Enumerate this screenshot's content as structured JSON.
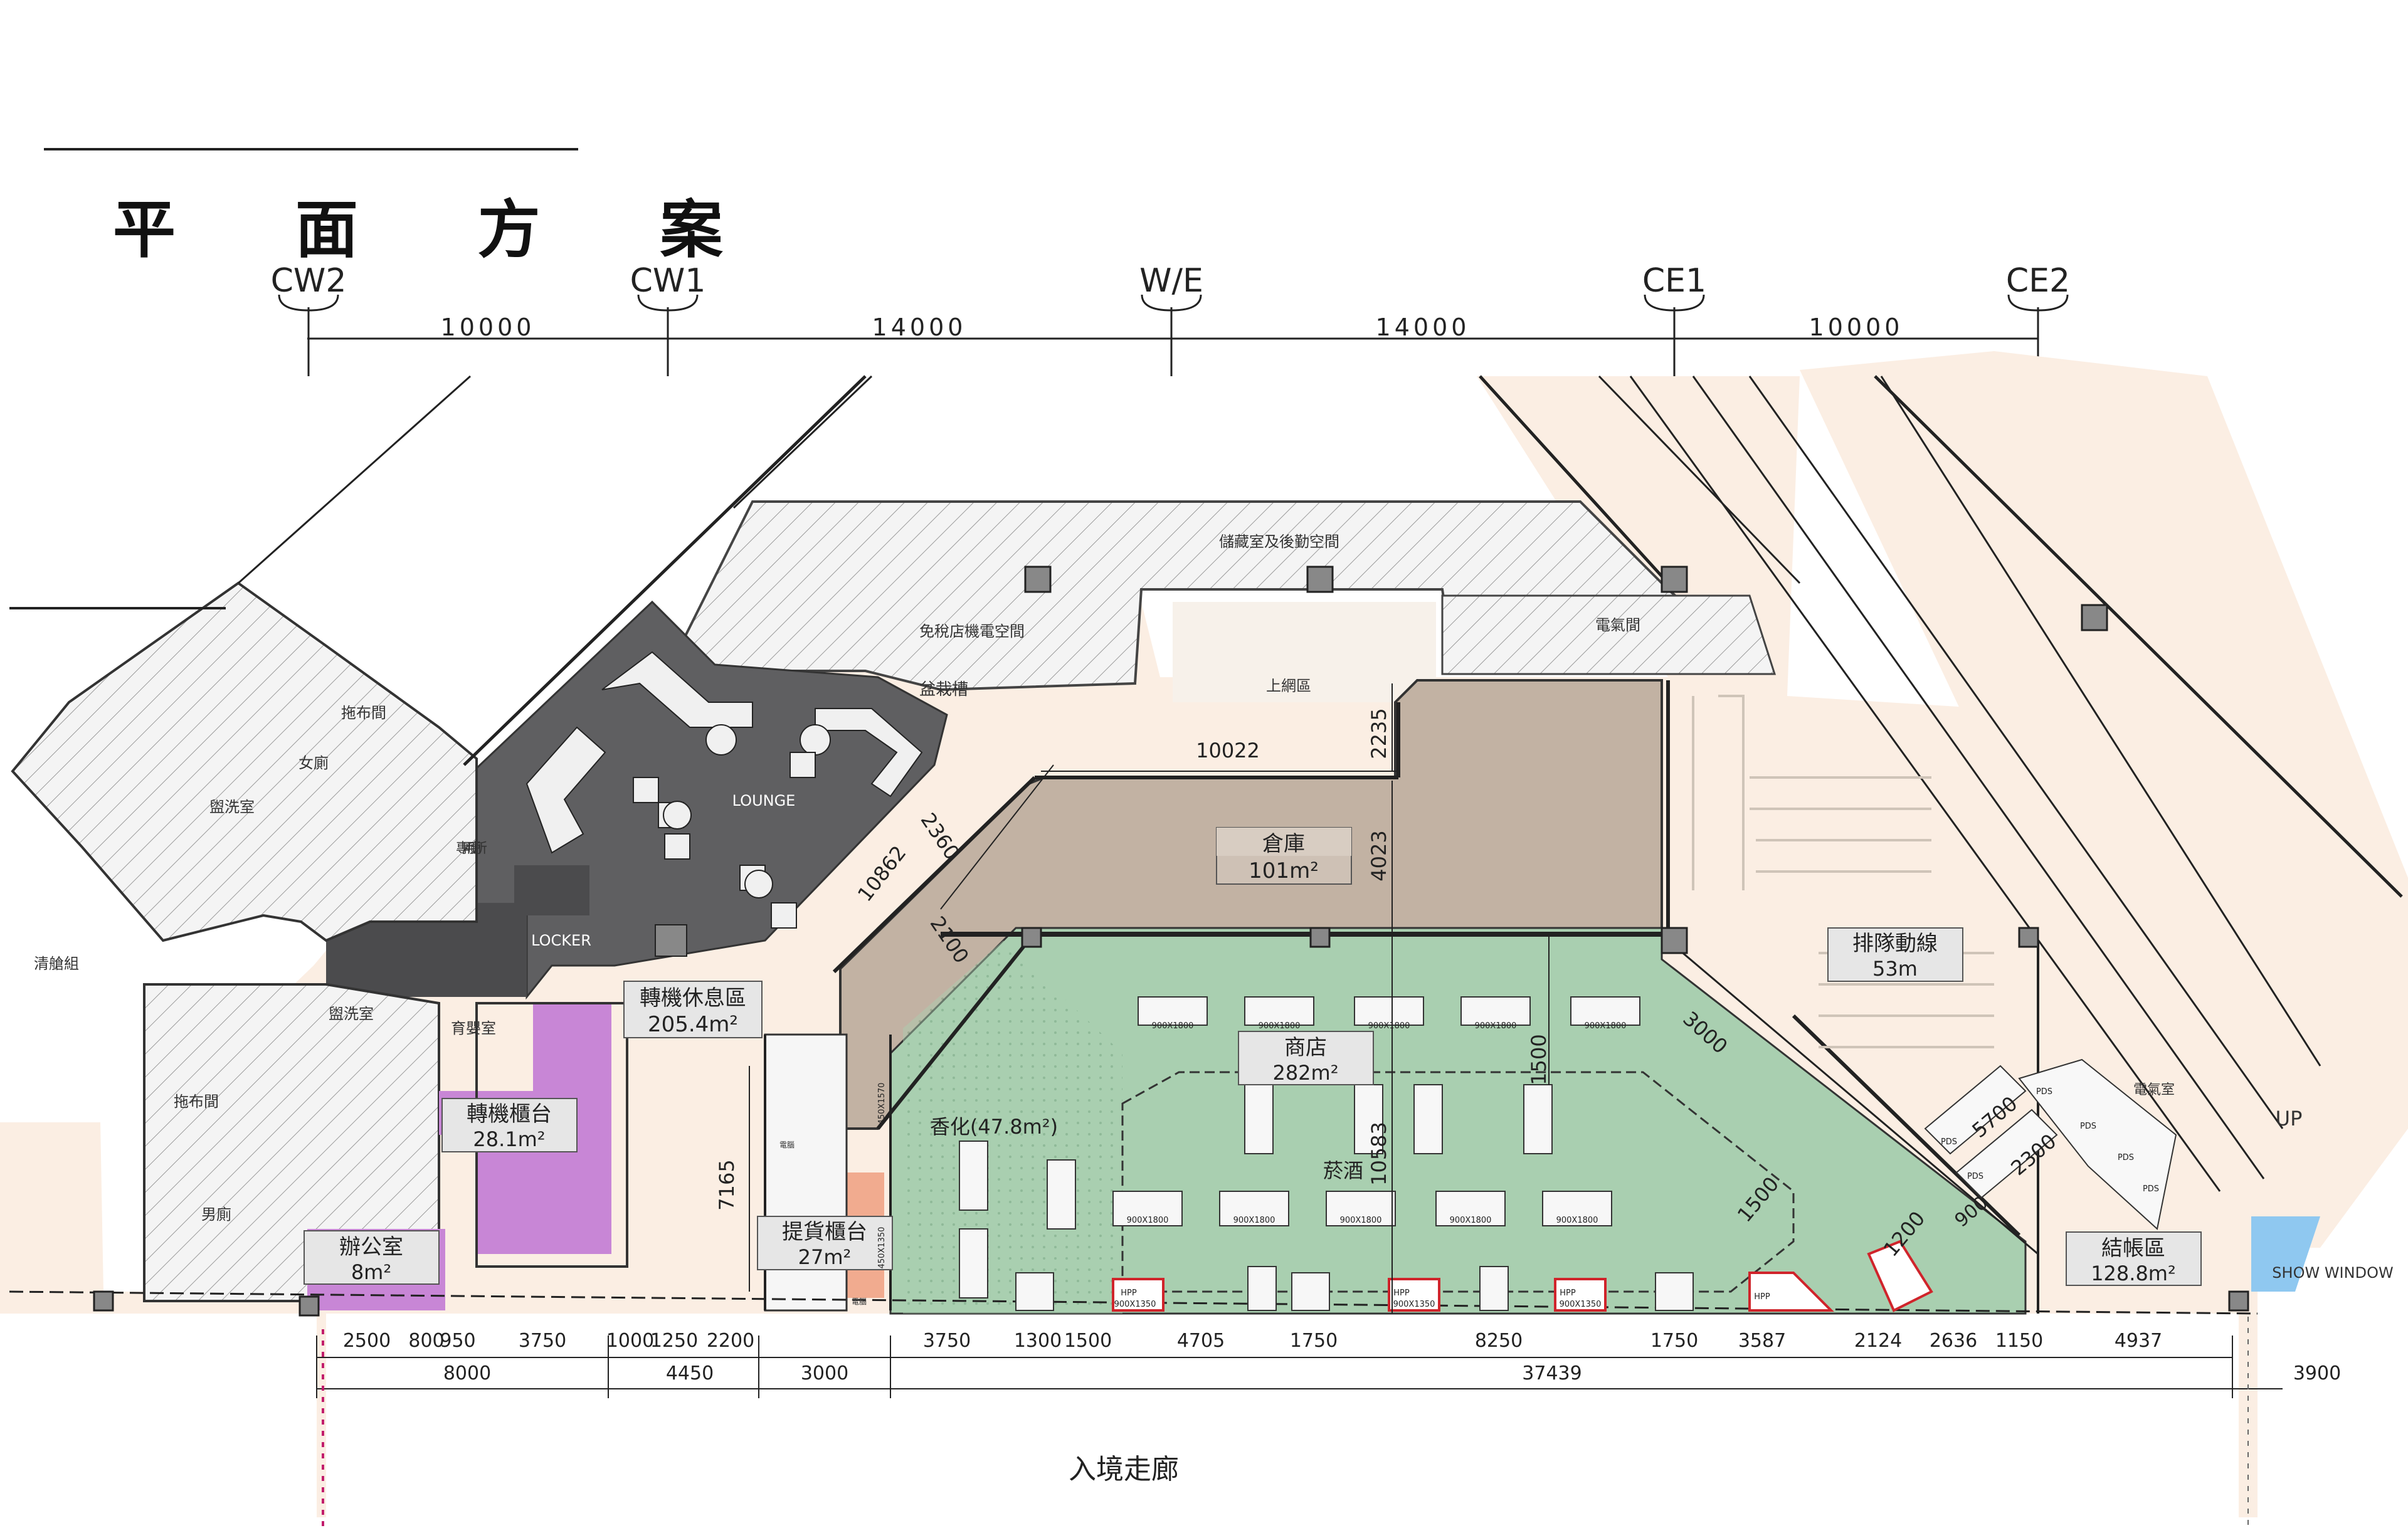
{
  "page_title": "平 面 方 案",
  "grid_axes": [
    "CW2",
    "CW1",
    "W/E",
    "CE1",
    "CE2"
  ],
  "grid_spans": [
    "10000",
    "14000",
    "14000",
    "10000"
  ],
  "rooms": {
    "storage_backoffice": "儲藏室及後勤空間",
    "dutyfree_mep": "免稅店機電空間",
    "electrical": "電氣間",
    "internet": "上網區",
    "planter": "盆栽槽",
    "lounge": "LOUNGE",
    "locker": "LOCKER",
    "janitor": "拖布間",
    "women_wc": "女廁",
    "washroom": "盥洗室",
    "washroom2": "盥洗室",
    "accessible_wc": "專用廁所",
    "janitor2": "拖布間",
    "men_wc": "男廁",
    "nursery": "育嬰室",
    "cleaning": "清艙組",
    "electrical2": "電氣室",
    "show_window": "SHOW WINDOW",
    "up": "UP",
    "computer": "電腦",
    "computer2": "電腦"
  },
  "area_labels": {
    "warehouse": {
      "name": "倉庫",
      "area": "101m²"
    },
    "transit_lounge": {
      "name": "轉機休息區",
      "area": "205.4m²"
    },
    "transit_counter": {
      "name": "轉機櫃台",
      "area": "28.1m²"
    },
    "office": {
      "name": "辦公室",
      "area": "8m²"
    },
    "pickup": {
      "name": "提貨櫃台",
      "area": "27m²"
    },
    "shop": {
      "name": "商店",
      "area": "282m²"
    },
    "queue": {
      "name": "排隊動線",
      "area": "53m"
    },
    "checkout": {
      "name": "結帳區",
      "area": "128.8m²"
    },
    "cosmetics": "香化(47.8m²)",
    "tobacco": "菸酒"
  },
  "dimensions": {
    "d10022": "10022",
    "d2235": "2235",
    "d4023": "4023",
    "d2360": "2360",
    "d10862": "10862",
    "d2100": "2100",
    "d3000": "3000",
    "d1500": "1500",
    "d10583": "10583",
    "d7165": "7165",
    "d5700": "5700",
    "d2300": "2300",
    "d1500b": "1500",
    "d1200": "1200",
    "d900": "900"
  },
  "fixtures": {
    "f900x1800": "900X1800",
    "hpp": "HPP",
    "hpp_900x1350": "900X1350",
    "f450x1570": "450X1570",
    "f450x1350": "450X1350",
    "pds": "PDS"
  },
  "bottom_dims_row1": [
    "2500",
    "800",
    "950",
    "3750",
    "1000",
    "1250",
    "2200",
    "3750",
    "1300",
    "1500",
    "4705",
    "1750",
    "8250",
    "1750",
    "3587",
    "2124",
    "2636",
    "1150",
    "4937"
  ],
  "bottom_dims_row2": [
    "8000",
    "4450",
    "3000",
    "37439",
    "3900"
  ],
  "corridor_label": "入境走廊",
  "colors": {
    "bg_floor": "#fbeee3",
    "lounge": "#5f5f61",
    "warehouse": "#c2b2a3",
    "shop": "#a9cfb0",
    "counter": "#c886d6",
    "pickup": "#f1ab8f",
    "hatch": "#ececec",
    "show_window": "#8fc8f0"
  }
}
